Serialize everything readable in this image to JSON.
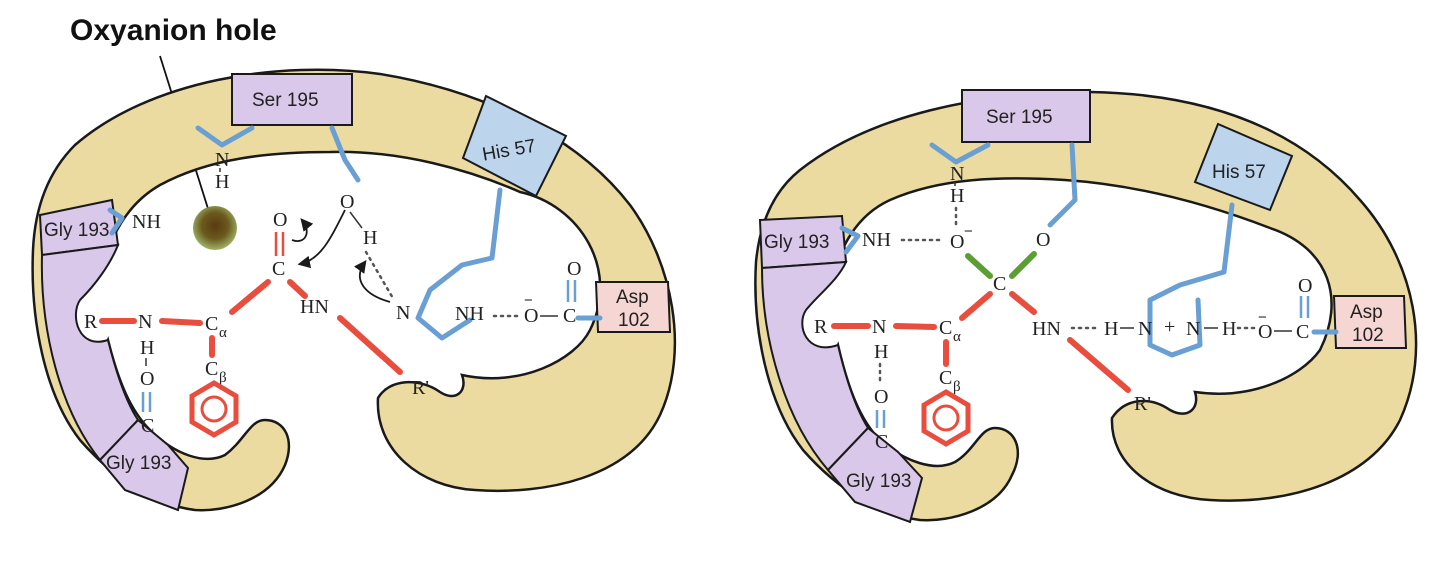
{
  "title": "Oxyanion hole",
  "colors": {
    "enzyme": "#ecdba0",
    "ser_his_box_purple": "#d9c8ea",
    "his_box_blue": "#bcd4ec",
    "asp_box_pink": "#f6d6d2",
    "side_chain_blue": "#6a9fd4",
    "substrate_red": "#e94d3d",
    "tetrahedral_green": "#5b9e32",
    "oxyanion_dot": "#6b4a1e"
  },
  "left_panel": {
    "residues": {
      "ser": "Ser 195",
      "his": "His 57",
      "asp_line1": "Asp",
      "asp_line2": "102",
      "gly_top": "Gly 193",
      "gly_bottom": "Gly 193"
    },
    "atoms": {
      "ser_n": "N",
      "ser_h": "H",
      "gly_nh": "NH",
      "ser_o": "O",
      "ser_oh_h": "H",
      "carbonyl_o": "O",
      "carbonyl_c": "C",
      "hn": "HN",
      "r": "R",
      "n": "N",
      "h_under_n": "H",
      "c_alpha": "C",
      "alpha_sub": "α",
      "c_beta": "C",
      "beta_sub": "β",
      "lower_o": "O",
      "lower_c": "C",
      "r_prime": "R'",
      "his_n": "N",
      "his_nh": "NH",
      "asp_o_top": "O",
      "asp_o": "O",
      "asp_minus": "−",
      "asp_c": "C"
    }
  },
  "right_panel": {
    "residues": {
      "ser": "Ser 195",
      "his": "His 57",
      "asp_line1": "Asp",
      "asp_line2": "102",
      "gly_top": "Gly 193",
      "gly_bottom": "Gly 193"
    },
    "atoms": {
      "ser_n": "N",
      "ser_h": "H",
      "gly_nh": "NH",
      "oxyanion_o": "O",
      "oxyanion_minus": "−",
      "ser_o": "O",
      "tetra_c": "C",
      "hn": "HN",
      "r": "R",
      "n": "N",
      "h_under_n": "H",
      "c_alpha": "C",
      "alpha_sub": "α",
      "c_beta": "C",
      "beta_sub": "β",
      "lower_o": "O",
      "lower_c": "C",
      "r_prime": "R'",
      "his_h1": "H",
      "his_n1": "N",
      "his_plus": "+",
      "his_n2": "N",
      "his_h2": "H",
      "asp_o_top": "O",
      "asp_o": "O",
      "asp_minus": "−",
      "asp_c": "C"
    }
  }
}
